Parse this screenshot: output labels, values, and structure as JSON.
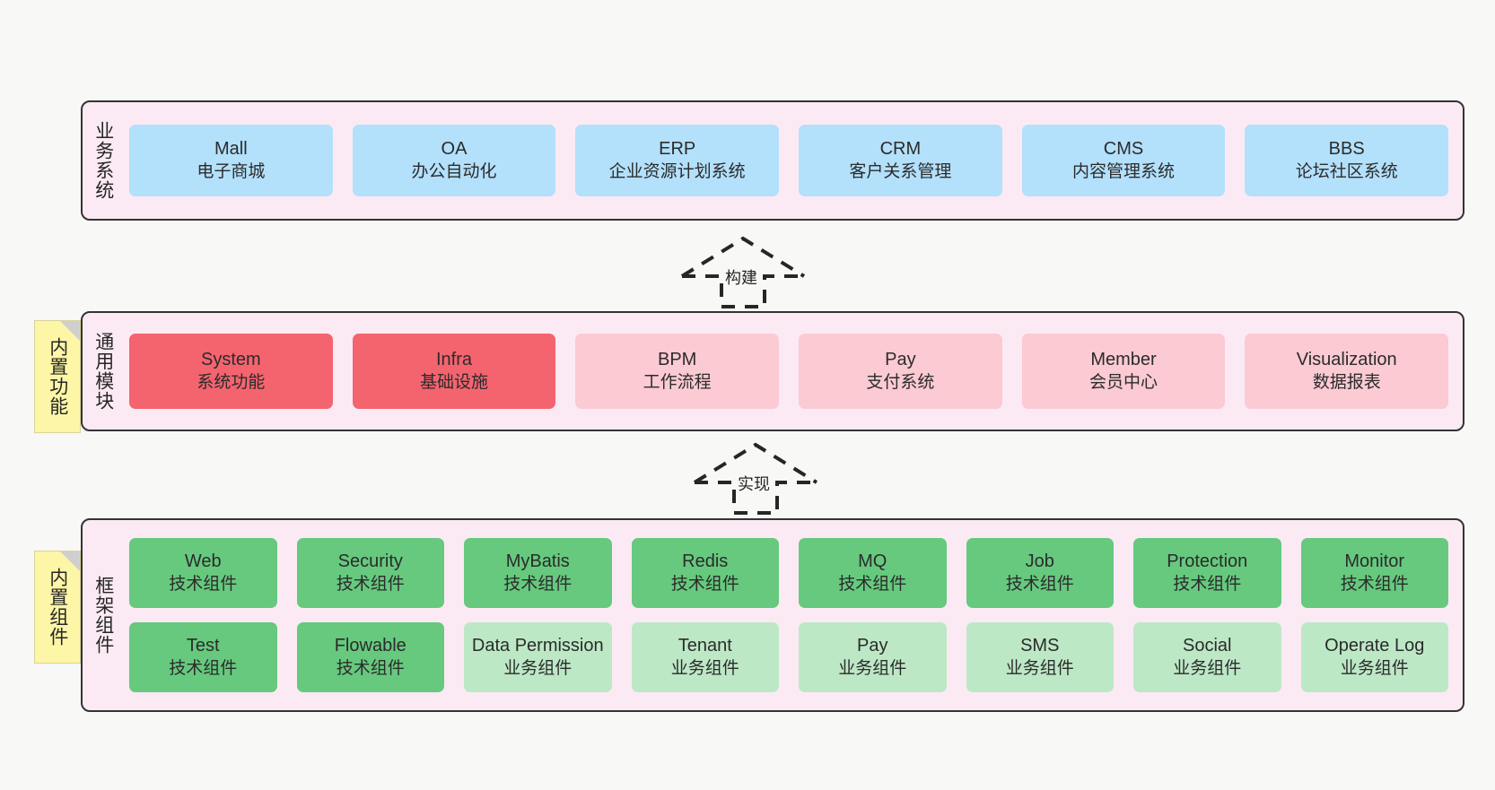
{
  "diagram": {
    "background_color": "#f8f8f7",
    "panel_color": "#fbeaf4",
    "note_color": "#fcf6a6"
  },
  "layers": [
    {
      "key": "business",
      "title": "业务系统",
      "note": null,
      "rows": [
        {
          "cards": [
            {
              "en": "Mall",
              "cn": "电子商城",
              "color": "blue"
            },
            {
              "en": "OA",
              "cn": "办公自动化",
              "color": "blue"
            },
            {
              "en": "ERP",
              "cn": "企业资源计划系统",
              "color": "blue"
            },
            {
              "en": "CRM",
              "cn": "客户关系管理",
              "color": "blue"
            },
            {
              "en": "CMS",
              "cn": "内容管理系统",
              "color": "blue"
            },
            {
              "en": "BBS",
              "cn": "论坛社区系统",
              "color": "blue"
            }
          ]
        }
      ]
    },
    {
      "key": "modules",
      "title": "通用模块",
      "note": "内置功能",
      "rows": [
        {
          "cards": [
            {
              "en": "System",
              "cn": "系统功能",
              "color": "red"
            },
            {
              "en": "Infra",
              "cn": "基础设施",
              "color": "red"
            },
            {
              "en": "BPM",
              "cn": "工作流程",
              "color": "pink"
            },
            {
              "en": "Pay",
              "cn": "支付系统",
              "color": "pink"
            },
            {
              "en": "Member",
              "cn": "会员中心",
              "color": "pink"
            },
            {
              "en": "Visualization",
              "cn": "数据报表",
              "color": "pink"
            }
          ]
        }
      ]
    },
    {
      "key": "framework",
      "title": "框架组件",
      "note": "内置组件",
      "rows": [
        {
          "cards": [
            {
              "en": "Web",
              "cn": "技术组件",
              "color": "green"
            },
            {
              "en": "Security",
              "cn": "技术组件",
              "color": "green"
            },
            {
              "en": "MyBatis",
              "cn": "技术组件",
              "color": "green"
            },
            {
              "en": "Redis",
              "cn": "技术组件",
              "color": "green"
            },
            {
              "en": "MQ",
              "cn": "技术组件",
              "color": "green"
            },
            {
              "en": "Job",
              "cn": "技术组件",
              "color": "green"
            },
            {
              "en": "Protection",
              "cn": "技术组件",
              "color": "green"
            },
            {
              "en": "Monitor",
              "cn": "技术组件",
              "color": "green"
            }
          ]
        },
        {
          "cards": [
            {
              "en": "Test",
              "cn": "技术组件",
              "color": "green"
            },
            {
              "en": "Flowable",
              "cn": "技术组件",
              "color": "green"
            },
            {
              "en": "Data Permission",
              "cn": "业务组件",
              "color": "lightgreen"
            },
            {
              "en": "Tenant",
              "cn": "业务组件",
              "color": "lightgreen"
            },
            {
              "en": "Pay",
              "cn": "业务组件",
              "color": "lightgreen"
            },
            {
              "en": "SMS",
              "cn": "业务组件",
              "color": "lightgreen"
            },
            {
              "en": "Social",
              "cn": "业务组件",
              "color": "lightgreen"
            },
            {
              "en": "Operate Log",
              "cn": "业务组件",
              "color": "lightgreen"
            }
          ]
        }
      ]
    }
  ],
  "arrows": [
    {
      "key": "build",
      "label": "构建"
    },
    {
      "key": "implement",
      "label": "实现"
    }
  ]
}
